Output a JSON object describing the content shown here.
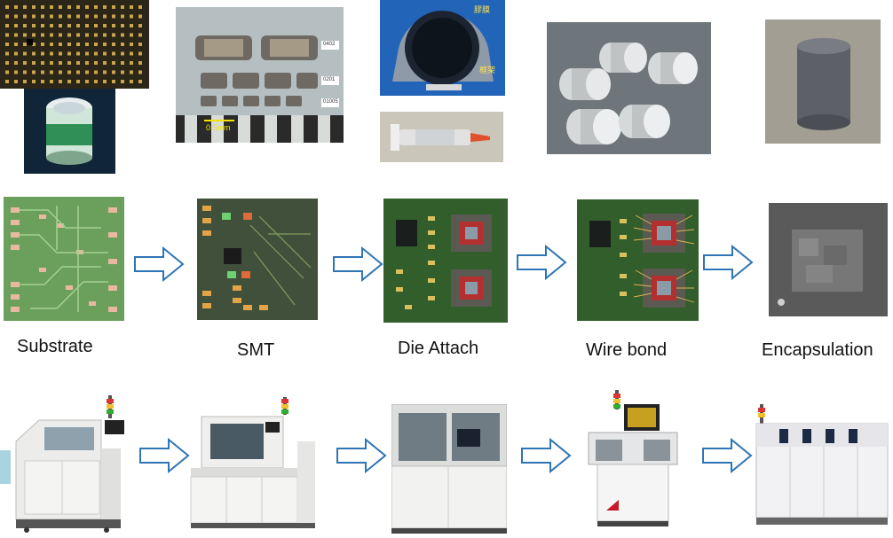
{
  "stages": [
    {
      "label": "Substrate"
    },
    {
      "label": "SMT"
    },
    {
      "label": "Die Attach"
    },
    {
      "label": "Wire bond"
    },
    {
      "label": "Encapsulation"
    }
  ],
  "photo_text": {
    "smt_scale": "0.5mm",
    "smt_size_a": "0402",
    "smt_size_b": "0201",
    "smt_size_c": "01005",
    "wafer_label_a": "膠膜",
    "wafer_label_b": "框架"
  },
  "colors": {
    "arrow_stroke": "#2e75b6",
    "arrow_fill": "#ffffff",
    "label_text": "#111111"
  }
}
